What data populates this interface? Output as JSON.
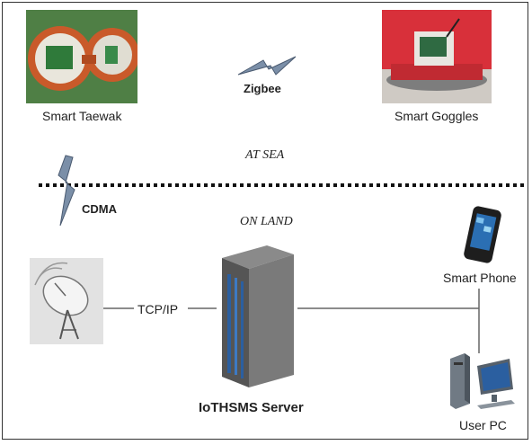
{
  "nodes": {
    "taewak": {
      "label": "Smart Taewak"
    },
    "goggles": {
      "label": "Smart Goggles"
    },
    "server": {
      "label": "IoTHSMS Server"
    },
    "phone": {
      "label": "Smart Phone"
    },
    "pc": {
      "label": "User PC"
    }
  },
  "links": {
    "zigbee": "Zigbee",
    "cdma": "CDMA",
    "tcpip": "TCP/IP"
  },
  "zones": {
    "sea": "AT SEA",
    "land": "ON LAND"
  }
}
